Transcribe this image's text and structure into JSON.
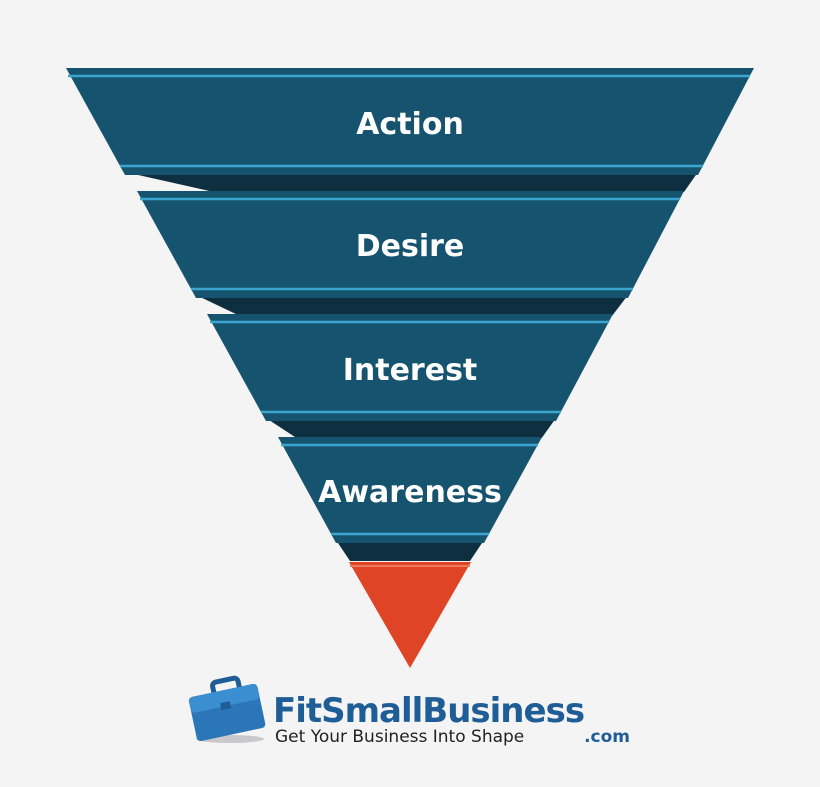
{
  "stages": [
    {
      "label": "Action"
    },
    {
      "label": "Desire"
    },
    {
      "label": "Interest"
    },
    {
      "label": "Awareness"
    }
  ],
  "colors": {
    "band": "#16536e",
    "band_stripe": "#3aa6cf",
    "fold": "#0e2f3f",
    "tip": "#e04426"
  },
  "brand": {
    "name": "FitSmallBusiness",
    "tld": ".com",
    "tagline": "Get Your Business Into Shape",
    "icon": "briefcase-icon"
  }
}
